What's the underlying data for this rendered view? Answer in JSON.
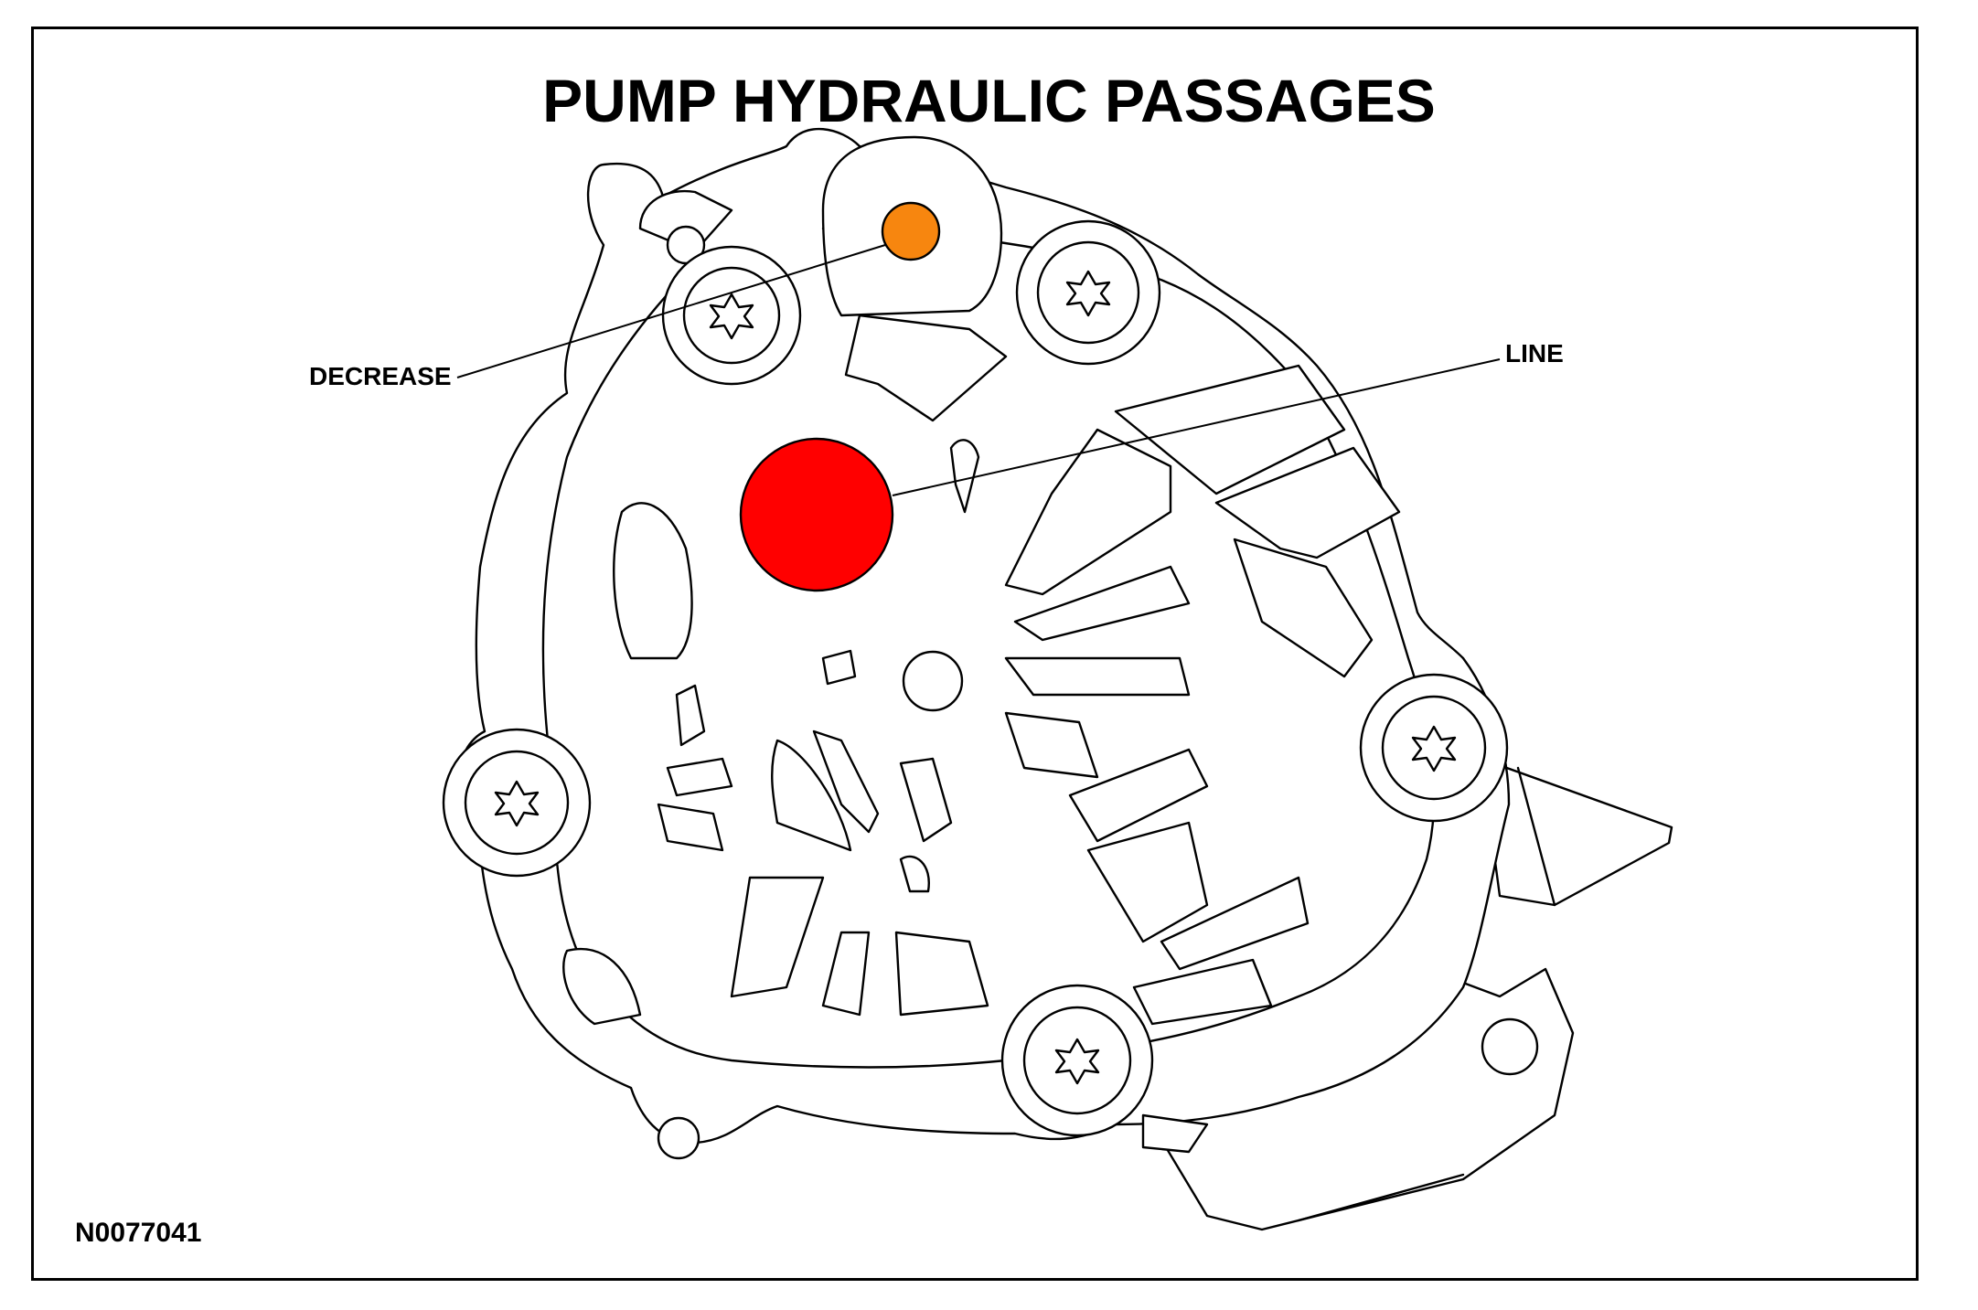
{
  "diagram": {
    "title": "PUMP HYDRAULIC PASSAGES",
    "figure_id": "N0077041",
    "callouts": [
      {
        "id": "decrease",
        "label": "DECREASE",
        "color": "#F7860F"
      },
      {
        "id": "line",
        "label": "LINE",
        "color": "#FF0000"
      }
    ],
    "colors": {
      "outline": "#000000",
      "background": "#FFFFFF",
      "decrease_passage": "#F7860F",
      "line_passage": "#FF0000"
    }
  }
}
